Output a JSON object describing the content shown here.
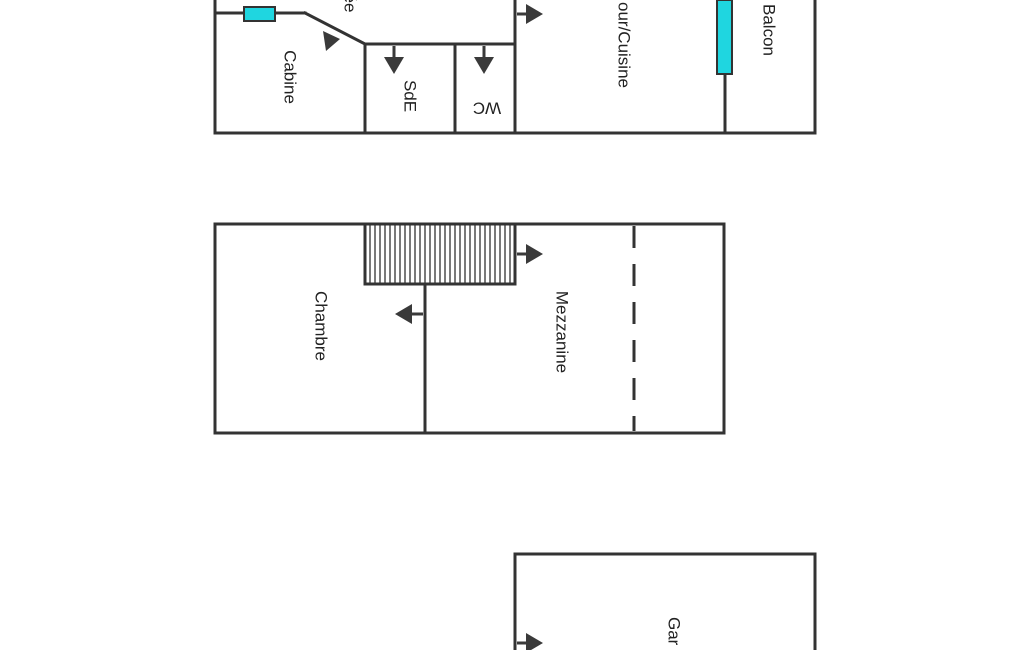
{
  "colors": {
    "walls": "#333333",
    "window": "#1fd6e0",
    "arrow": "#3a3a3a",
    "text": "#222222"
  },
  "upper_floor": {
    "rooms": {
      "entree": "ée",
      "cabine": "Cabine",
      "sde": "SdE",
      "wc": "WC",
      "sejour_cuisine": "our/Cuisine",
      "balcon": "Balcon"
    }
  },
  "middle_floor": {
    "rooms": {
      "chambre": "Chambre",
      "mezzanine": "Mezzanine"
    }
  },
  "lower_floor": {
    "rooms": {
      "garage": "Gar"
    }
  }
}
